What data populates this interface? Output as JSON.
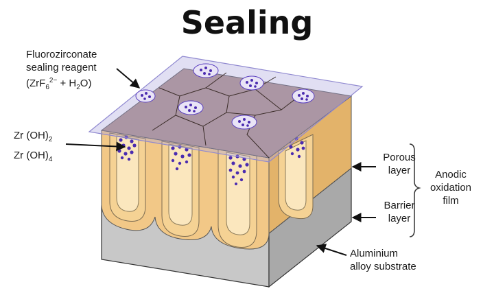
{
  "title": "Sealing",
  "labels": {
    "reagent_line1": "Fluorozirconate",
    "reagent_line2": "sealing reagent",
    "reagent_formula_open": "(ZrF",
    "reagent_formula_sub": "6",
    "reagent_formula_sup": "2−",
    "reagent_formula_tail": " + H",
    "reagent_formula_sub2": "2",
    "reagent_formula_close": "O)",
    "zr_oh2_base": "Zr (OH)",
    "zr_oh2_sub": "2",
    "zr_oh4_base": "Zr (OH)",
    "zr_oh4_sub": "4",
    "porous_line1": "Porous",
    "porous_line2": "layer",
    "barrier_line1": "Barrier",
    "barrier_line2": "layer",
    "anodic_line1": "Anodic",
    "anodic_line2": "oxidation",
    "anodic_line3": "film",
    "substrate_line1": "Aluminium",
    "substrate_line2": "alloy substrate"
  },
  "colors": {
    "oxide_layer": "#f2c887",
    "pore_interior": "#fbe7be",
    "top_surface": "#ad8f86",
    "sealing_plane": "#a9a4dc",
    "substrate": "#c9c9c9",
    "particles": "#4a2bb0"
  }
}
